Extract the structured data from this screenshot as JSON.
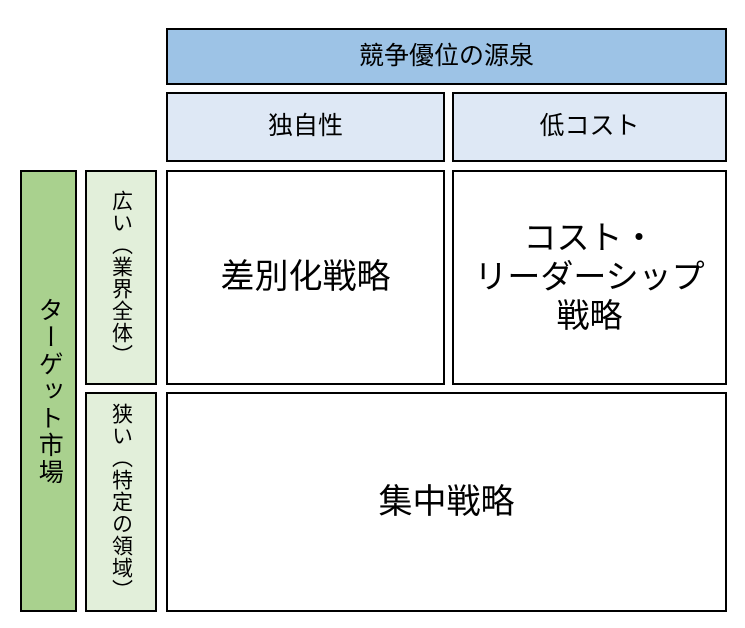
{
  "diagram": {
    "title_text": "競争優位の源泉",
    "type": "porter-generic-strategies-matrix",
    "colors": {
      "header_blue": "#9DC3E6",
      "subheader_blue": "#DEE8F5",
      "axis_green": "#A9D18E",
      "row_label_green": "#E2EFDA",
      "cell_white": "#FFFFFF",
      "border": "#000000"
    },
    "column_axis": {
      "label": "競争優位の源泉",
      "headers": [
        {
          "label": "独自性"
        },
        {
          "label": "低コスト"
        }
      ]
    },
    "row_axis": {
      "label": "ターゲット市場",
      "headers": [
        {
          "primary": "広い",
          "secondary": "（業界全体）"
        },
        {
          "primary": "狭い",
          "secondary": "（特定の領域）"
        }
      ]
    },
    "cells": [
      {
        "id": "differentiation",
        "label": "差別化戦略",
        "lines": [
          "差別化戦略"
        ]
      },
      {
        "id": "cost-leadership",
        "label": "コスト・リーダーシップ戦略",
        "lines": [
          "コスト・",
          "リーダーシップ",
          "戦略"
        ]
      },
      {
        "id": "focus",
        "label": "集中戦略",
        "lines": [
          "集中戦略"
        ]
      }
    ]
  }
}
